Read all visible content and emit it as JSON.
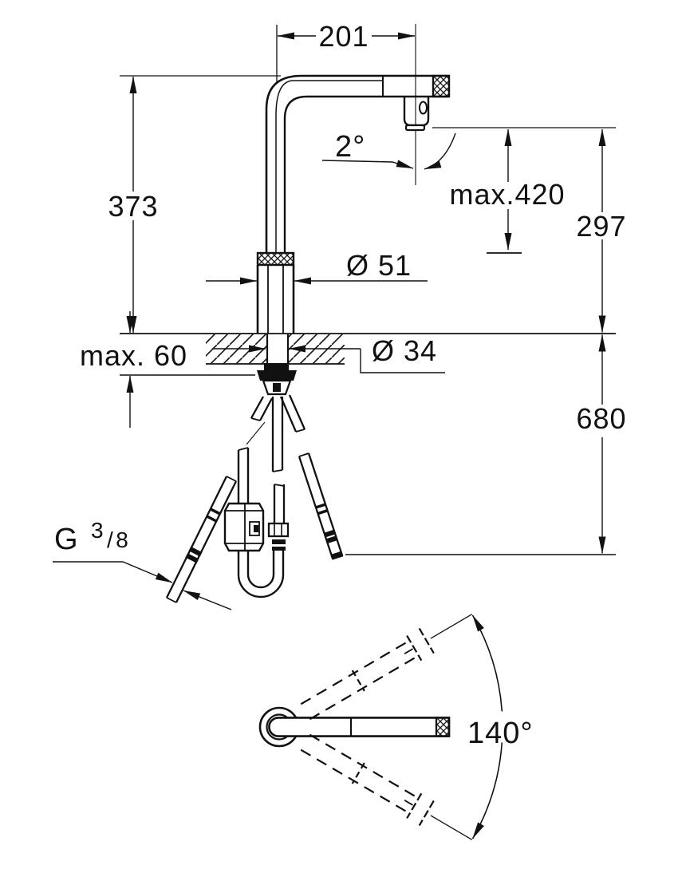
{
  "drawing": {
    "colors": {
      "line": "#111111",
      "background": "#ffffff"
    },
    "dims": {
      "spout_reach": "201",
      "mount_to_spout_height": "373",
      "tilt_angle": "2°",
      "max_head_height": "max.420",
      "outlet_height": "297",
      "body_diameter": "Ø 51",
      "max_deck_thickness": "max. 60",
      "hole_diameter": "Ø 34",
      "hose_drop_length": "680",
      "swivel_angle": "140°",
      "thread": {
        "prefix": "G",
        "numerator": "3",
        "slash": "/",
        "denominator": "8"
      }
    }
  }
}
